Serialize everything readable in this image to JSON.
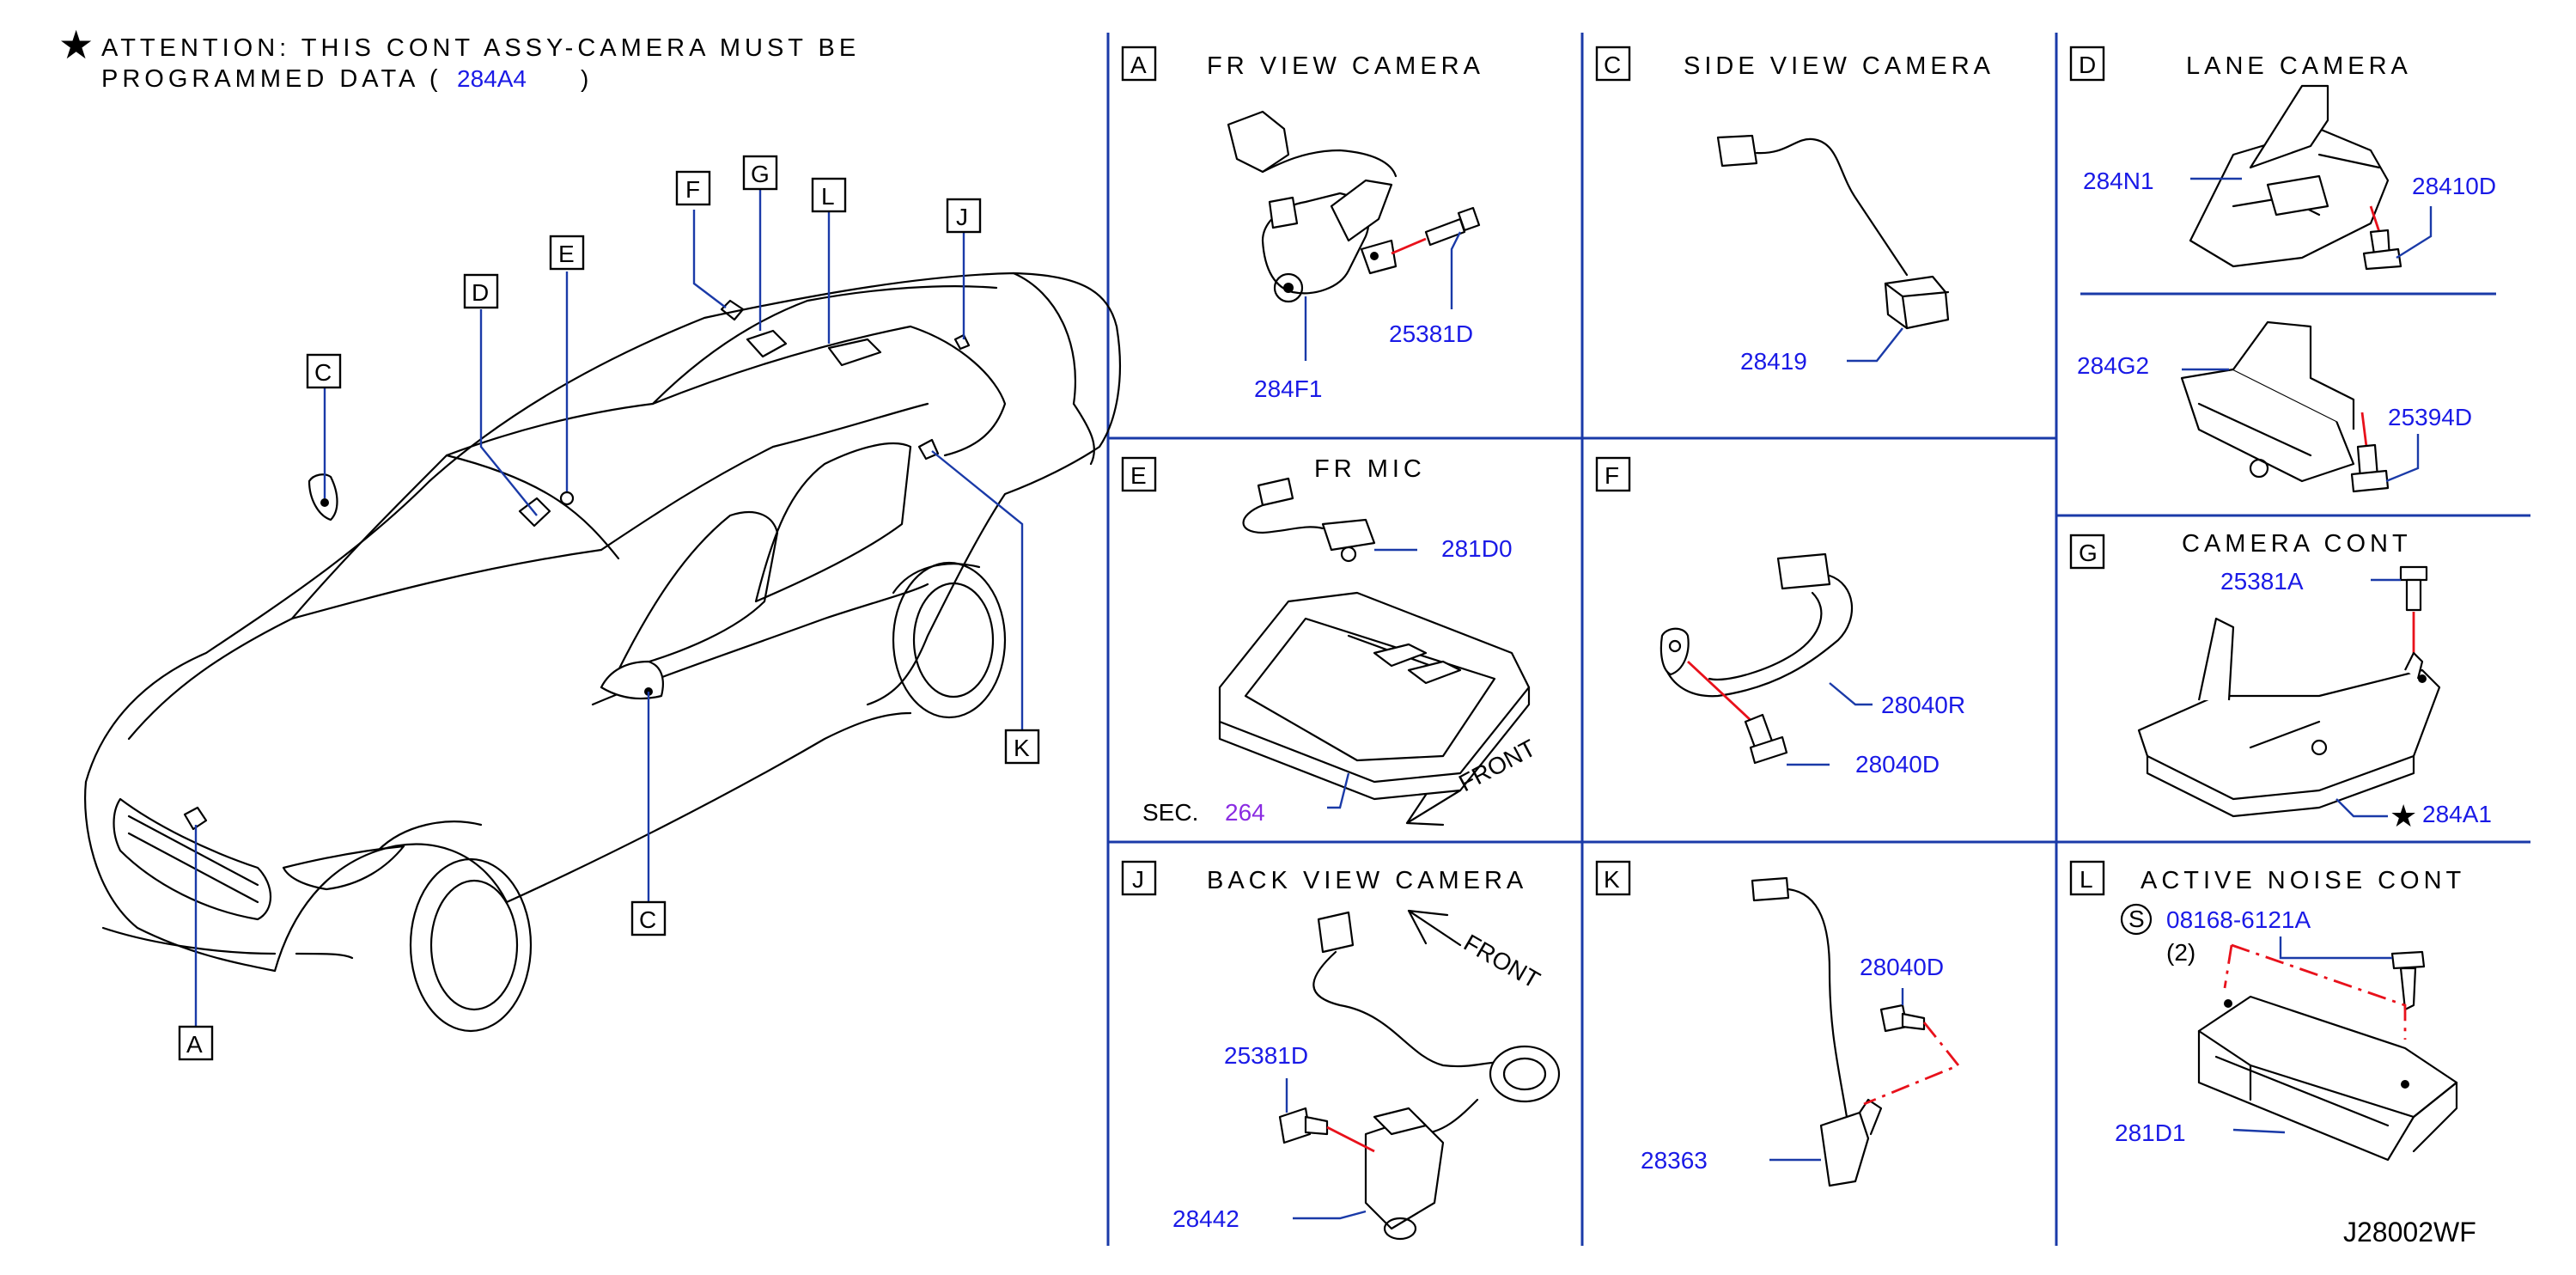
{
  "attention": {
    "line1": "ATTENTION:  THIS  CONT  ASSY-CAMERA  MUST  BE",
    "line2": "PROGRAMMED  DATA  (",
    "code": "284A4",
    "close": ")"
  },
  "overview": {
    "callouts": [
      "A",
      "C",
      "C",
      "D",
      "E",
      "F",
      "G",
      "L",
      "J",
      "K"
    ]
  },
  "panels": {
    "A": {
      "letter": "A",
      "title": "FR  VIEW  CAMERA",
      "parts": [
        "25381D",
        "284F1"
      ]
    },
    "C": {
      "letter": "C",
      "title": "SIDE  VIEW  CAMERA",
      "parts": [
        "28419"
      ]
    },
    "D": {
      "letter": "D",
      "title": "LANE  CAMERA",
      "parts": [
        "284N1",
        "28410D",
        "284G2",
        "25394D"
      ]
    },
    "E": {
      "letter": "E",
      "title": "FR  MIC",
      "parts": [
        "281D0"
      ],
      "sec_label": "SEC.",
      "sec_num": "264",
      "front": "FRONT"
    },
    "F": {
      "letter": "F",
      "title": "",
      "parts": [
        "28040R",
        "28040D"
      ]
    },
    "G": {
      "letter": "G",
      "title": "CAMERA  CONT",
      "parts": [
        "25381A",
        "284A1"
      ]
    },
    "J": {
      "letter": "J",
      "title": "BACK  VIEW  CAMERA",
      "parts": [
        "25381D",
        "28442"
      ],
      "front": "FRONT"
    },
    "K": {
      "letter": "K",
      "title": "",
      "parts": [
        "28040D",
        "28363"
      ]
    },
    "L": {
      "letter": "L",
      "title": "ACTIVE  NOISE  CONT",
      "parts": [
        "08168-6121A",
        "281D1"
      ],
      "qty": "(2)",
      "s_mark": "S"
    }
  },
  "drawing_code": "J28002WF",
  "colors": {
    "part_number": "#1a1ae6",
    "section_ref": "#8a2be2",
    "leader": "#1a3aa8",
    "dash": "#e8111b"
  }
}
